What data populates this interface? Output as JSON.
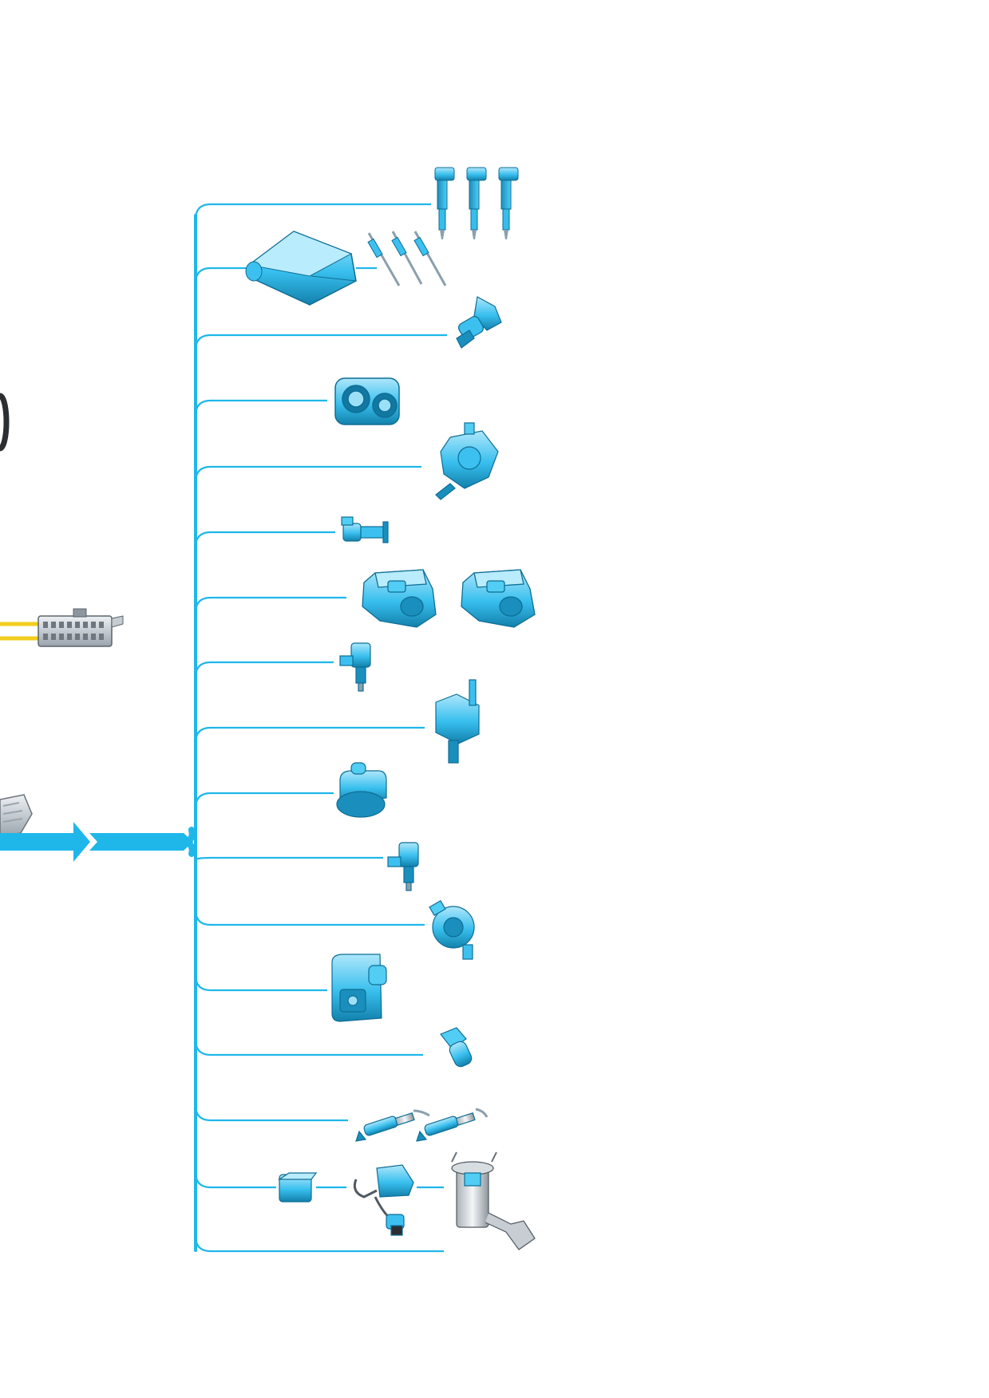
{
  "diagram": {
    "colors": {
      "trunk": "#1fb7ea",
      "component_light": "#9fe1f9",
      "component_mid": "#3cc0ef",
      "component_dark": "#0e6e95",
      "connector_wire": "#f2cd1d",
      "connector_body": "#d0d6dc",
      "background": "#ffffff"
    },
    "central_bus": "wiring-trunk",
    "input_arrows": 2,
    "branches": [
      {
        "name": "fuel-injectors",
        "icon": "injector-icon",
        "count": 3
      },
      {
        "name": "ecu-and-glow-plugs",
        "icon": "ecu-icon",
        "count": 3
      },
      {
        "name": "crankshaft-sensor",
        "icon": "sensor-icon",
        "count": 1
      },
      {
        "name": "throttle-body",
        "icon": "throttle-body-icon",
        "count": 1
      },
      {
        "name": "high-pressure-pump",
        "icon": "pump-icon",
        "count": 1
      },
      {
        "name": "camshaft-sensor",
        "icon": "sensor-icon",
        "count": 1
      },
      {
        "name": "egr-valves",
        "icon": "egr-valve-icon",
        "count": 2
      },
      {
        "name": "pressure-sensor",
        "icon": "pressure-sensor-icon",
        "count": 1
      },
      {
        "name": "solenoid-valve",
        "icon": "solenoid-icon",
        "count": 1
      },
      {
        "name": "actuator",
        "icon": "actuator-icon",
        "count": 1
      },
      {
        "name": "boost-pressure-sensor",
        "icon": "pressure-sensor-icon",
        "count": 1
      },
      {
        "name": "water-pump",
        "icon": "water-pump-icon",
        "count": 1
      },
      {
        "name": "intake-flap",
        "icon": "flap-icon",
        "count": 1
      },
      {
        "name": "temperature-sensor",
        "icon": "temperature-sensor-icon",
        "count": 1
      },
      {
        "name": "lambda-probes",
        "icon": "lambda-probe-icon",
        "count": 2
      },
      {
        "name": "relay-module-fuel-pump",
        "icon": "fuel-pump-icon",
        "count": 3
      },
      {
        "name": "end-line",
        "icon": "",
        "count": 0
      }
    ]
  }
}
